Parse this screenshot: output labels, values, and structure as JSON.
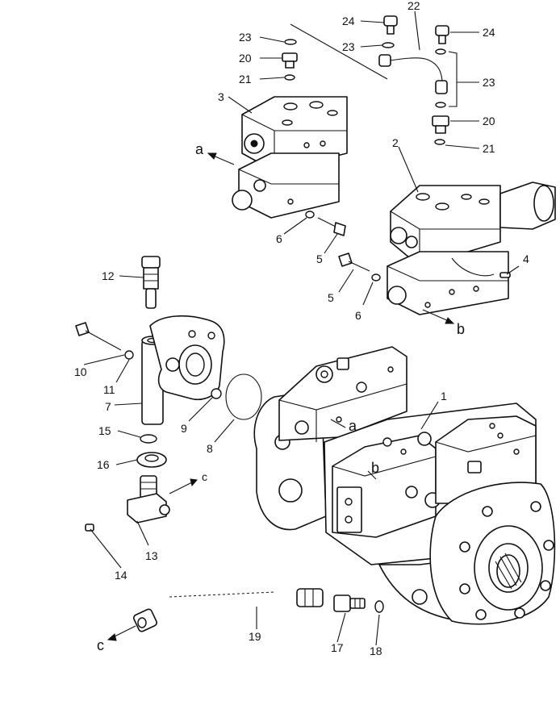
{
  "diagram": {
    "labels": [
      {
        "id": "l24a",
        "text": "24"
      },
      {
        "id": "l22",
        "text": "22"
      },
      {
        "id": "l24b",
        "text": "24"
      },
      {
        "id": "l23a",
        "text": "23"
      },
      {
        "id": "l23b",
        "text": "23"
      },
      {
        "id": "l20a",
        "text": "20"
      },
      {
        "id": "l21a",
        "text": "21"
      },
      {
        "id": "l23c",
        "text": "23"
      },
      {
        "id": "l3",
        "text": "3"
      },
      {
        "id": "l20b",
        "text": "20"
      },
      {
        "id": "l21b",
        "text": "21"
      },
      {
        "id": "l2",
        "text": "2"
      },
      {
        "id": "la1",
        "text": "a"
      },
      {
        "id": "l6a",
        "text": "6"
      },
      {
        "id": "l5a",
        "text": "5"
      },
      {
        "id": "l4",
        "text": "4"
      },
      {
        "id": "l12",
        "text": "12"
      },
      {
        "id": "l5b",
        "text": "5"
      },
      {
        "id": "l6b",
        "text": "6"
      },
      {
        "id": "lb1",
        "text": "b"
      },
      {
        "id": "l10",
        "text": "10"
      },
      {
        "id": "l11",
        "text": "11"
      },
      {
        "id": "l7",
        "text": "7"
      },
      {
        "id": "l1",
        "text": "1"
      },
      {
        "id": "l9",
        "text": "9"
      },
      {
        "id": "l8",
        "text": "8"
      },
      {
        "id": "la2",
        "text": "a"
      },
      {
        "id": "l15",
        "text": "15"
      },
      {
        "id": "lb2",
        "text": "b"
      },
      {
        "id": "l16",
        "text": "16"
      },
      {
        "id": "lc1",
        "text": "c"
      },
      {
        "id": "l13",
        "text": "13"
      },
      {
        "id": "l14",
        "text": "14"
      },
      {
        "id": "l19",
        "text": "19"
      },
      {
        "id": "l17",
        "text": "17"
      },
      {
        "id": "l18",
        "text": "18"
      },
      {
        "id": "lc2",
        "text": "c"
      }
    ]
  }
}
